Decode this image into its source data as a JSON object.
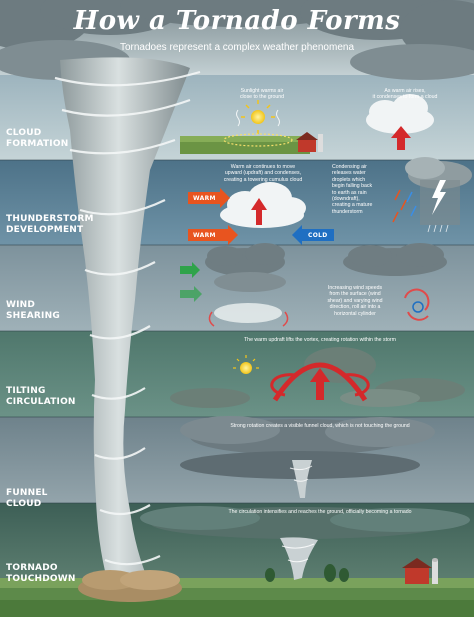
{
  "header": {
    "title": "How a Tornado Forms",
    "subtitle": "Tornadoes represent a complex weather phenomena"
  },
  "stages": [
    {
      "label_lines": [
        "Cloud",
        "Formation"
      ]
    },
    {
      "label_lines": [
        "Thunderstorm",
        "Development"
      ]
    },
    {
      "label_lines": [
        "Wind",
        "Shearing"
      ]
    },
    {
      "label_lines": [
        "Tilting",
        "Circulation"
      ]
    },
    {
      "label_lines": [
        "Funnel Cloud"
      ]
    },
    {
      "label_lines": [
        "Tornado",
        "Touchdown"
      ]
    }
  ],
  "captions": {
    "sunlight": [
      "Sunlight warms air",
      "close to the ground"
    ],
    "air_rises": [
      "As warm air rises,",
      "it condenses to form a cloud"
    ],
    "cumulus": [
      "Warm air continues to move",
      "upward (updraft) and condenses,",
      "creating a towering cumulus cloud"
    ],
    "downdraft": [
      "Condensing air",
      "releases water",
      "droplets which",
      "begin falling back",
      "to earth as rain",
      "(downdraft),",
      "creating a mature",
      "thunderstorm"
    ],
    "shear": [
      "Increasing wind speeds",
      "from the surface (wind",
      "shear) and varying wind",
      "direction, roll air into a",
      "horizontal cylinder"
    ],
    "tilting": [
      "The warm updraft lifts the vortex, creating rotation within the storm"
    ],
    "funnel": [
      "Strong rotation creates a visible funnel cloud, which is not touching the ground"
    ],
    "touchdown": [
      "The circulation intensifies and reaches the ground, officially becoming a tornado"
    ]
  },
  "tags": {
    "warm_top": "WARM",
    "warm_bottom": "WARM",
    "cold": "COLD"
  },
  "colors": {
    "band_1": "#9fb5bf",
    "band_2": "#5e8297",
    "band_3": "#8a9fa8",
    "band_4": "#5a7f75",
    "band_5": "#7e919a",
    "band_6": "#45695e",
    "warm_arrow": "#e8541f",
    "cold_arrow": "#1f6fc2",
    "updraft": "#d4292b",
    "green_arrow": "#2fa34a"
  },
  "icons": {
    "sun": "sun-icon",
    "farm": "barn-icon",
    "rain": "rain-icon",
    "lightning": "lightning-icon",
    "rotation": "rotation-arrows-icon"
  }
}
